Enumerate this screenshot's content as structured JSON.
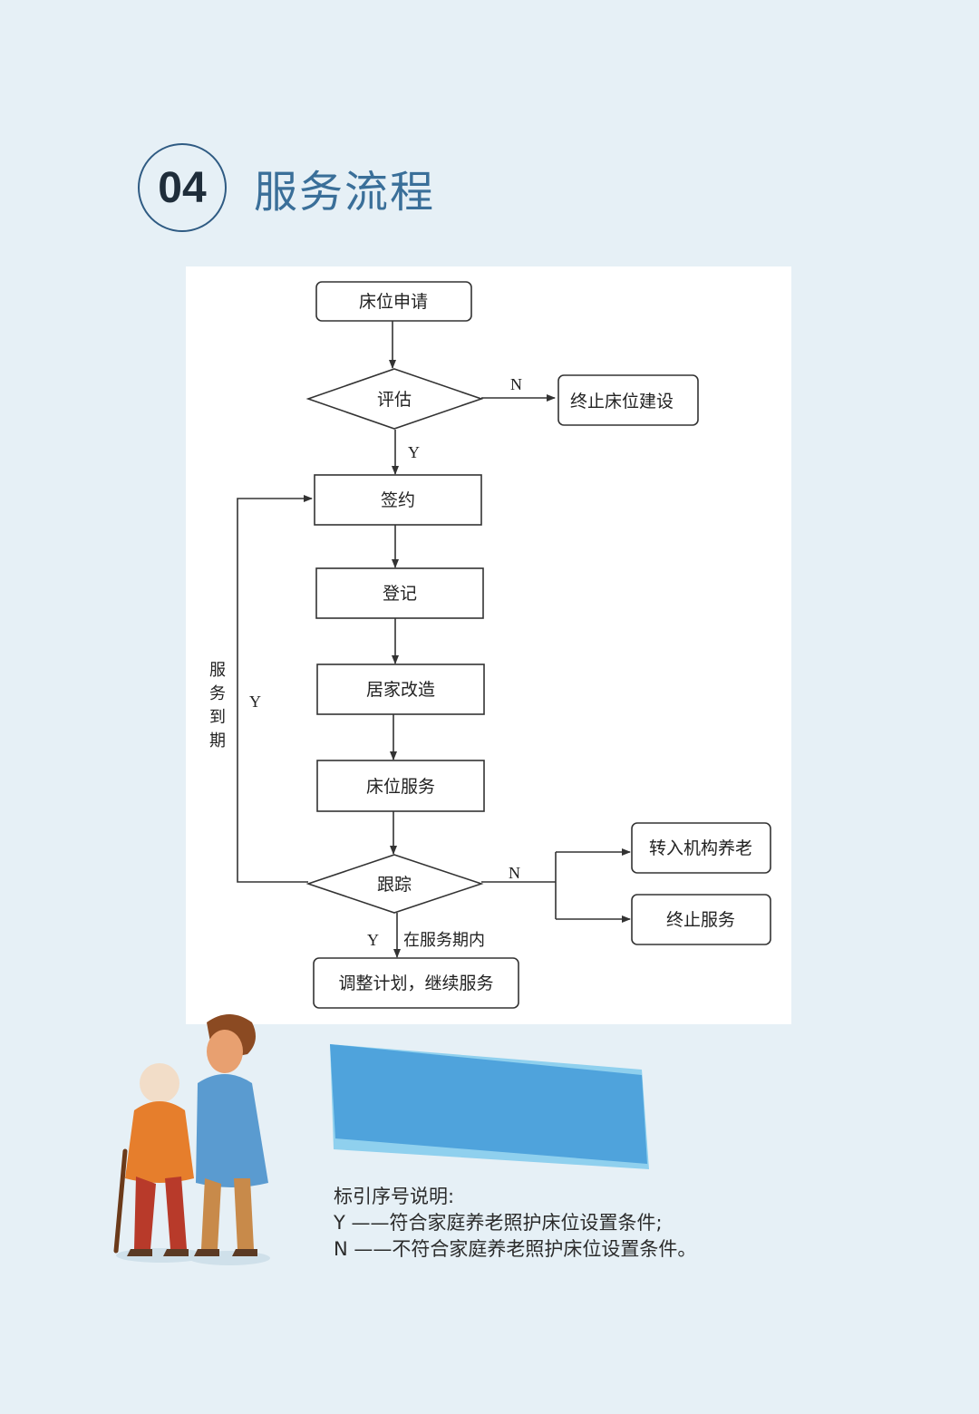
{
  "header": {
    "number": "04",
    "title": "服务流程"
  },
  "flow": {
    "apply": "床位申请",
    "assess": "评估",
    "terminate_build": "终止床位建设",
    "sign": "签约",
    "register": "登记",
    "renovate": "居家改造",
    "bed_service": "床位服务",
    "track": "跟踪",
    "transfer": "转入机构养老",
    "terminate_service": "终止服务",
    "adjust": "调整计划，继续服务",
    "label_n1": "N",
    "label_y1": "Y",
    "label_n2": "N",
    "label_y2": "Y",
    "label_in_period": "在服务期内",
    "label_loop_y": "Y",
    "label_expire": [
      "服",
      "务",
      "到",
      "期"
    ]
  },
  "legend": {
    "title": "标引序号说明:",
    "y_line": "Y ——符合家庭养老照护床位设置条件;",
    "n_line": "N ——不符合家庭养老照护床位设置条件。"
  },
  "colors": {
    "title": "#3a6f99",
    "banner": "#4fa3dc",
    "banner_light": "#8fd0ee"
  }
}
